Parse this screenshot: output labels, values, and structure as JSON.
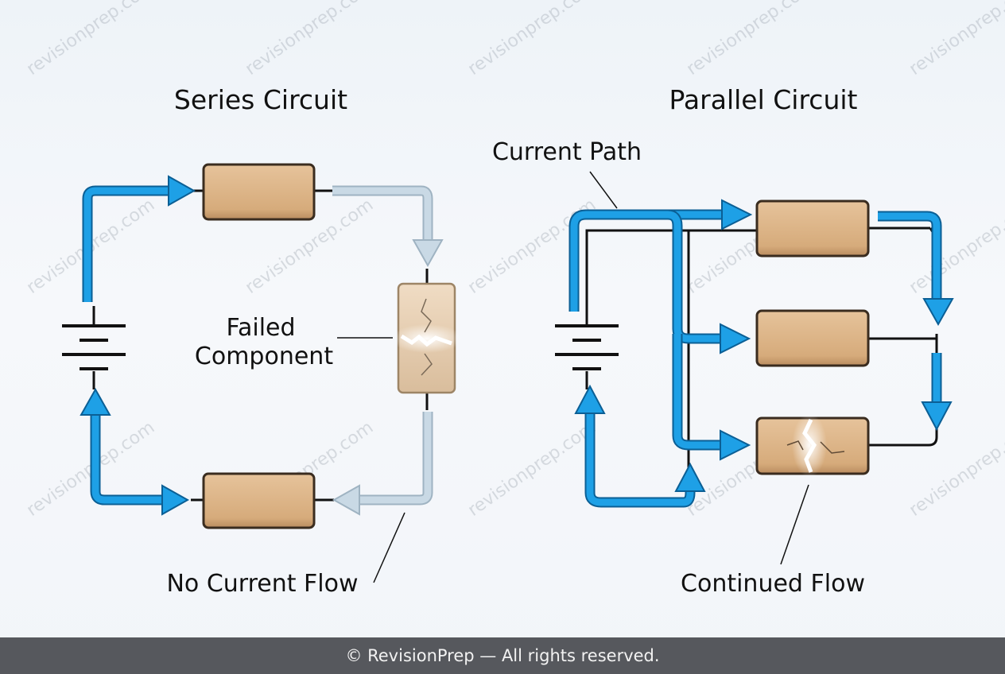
{
  "series": {
    "title": "Series Circuit",
    "failed_label_line1": "Failed",
    "failed_label_line2": "Component",
    "no_flow_label": "No Current Flow"
  },
  "parallel": {
    "title": "Parallel Circuit",
    "current_path_label": "Current Path",
    "continued_flow_label": "Continued Flow"
  },
  "footer": {
    "text": "© RevisionPrep — All rights reserved."
  },
  "watermark": {
    "text": "revisionprep.com"
  },
  "colors": {
    "current_flow": "#1ea0e6",
    "no_flow": "#b9cbd8",
    "component": "#d9b183",
    "wire": "#111111",
    "footer_bg": "#56585d"
  }
}
